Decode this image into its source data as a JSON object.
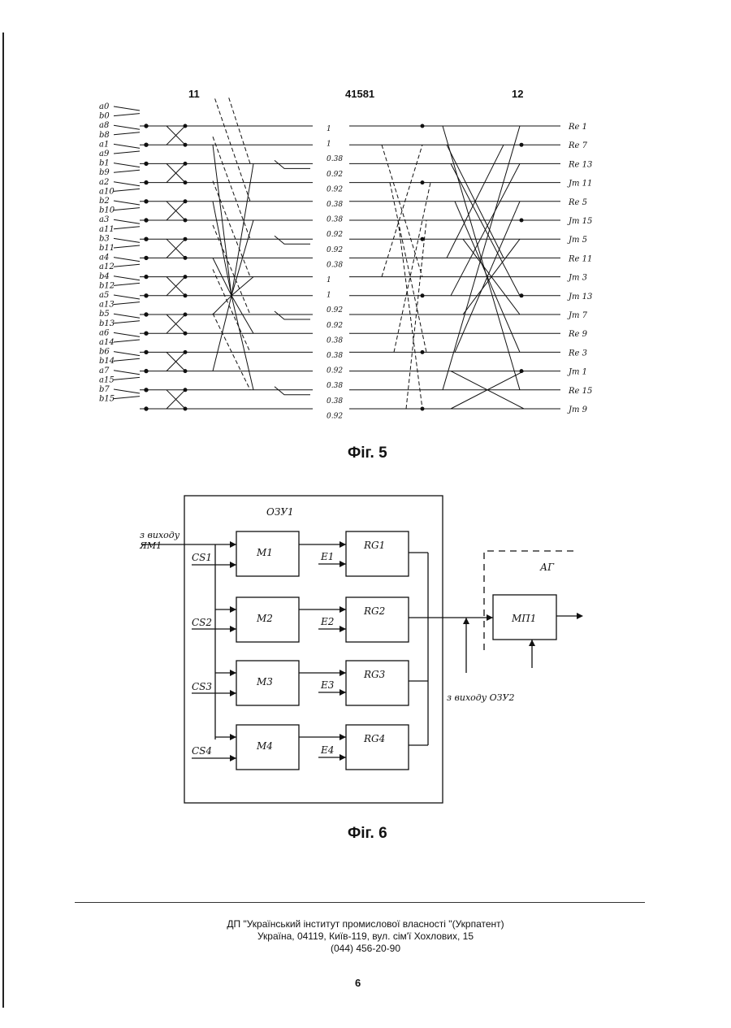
{
  "page": {
    "patent_number": "41581",
    "page_number": "6"
  },
  "fig5": {
    "caption": "Фіг. 5",
    "label_left": "11",
    "label_right": "12",
    "left_inputs": [
      "a0",
      "b0",
      "a8",
      "b8",
      "a1",
      "a9",
      "b1",
      "b9",
      "a2",
      "a10",
      "b2",
      "b10",
      "a3",
      "a11",
      "b3",
      "b11",
      "a4",
      "a12",
      "b4",
      "b12",
      "a5",
      "a13",
      "b5",
      "b13",
      "a6",
      "a14",
      "b6",
      "b14",
      "a7",
      "a15",
      "b7",
      "b15"
    ],
    "mid_coeffs": [
      "1",
      "1",
      "0.38",
      "0.92",
      "0.92",
      "0.38",
      "0.38",
      "0.92",
      "0.92",
      "0.38",
      "1",
      "1",
      "0.92",
      "0.92",
      "0.38",
      "0.38",
      "0.92",
      "0.38",
      "0.38",
      "0.92"
    ],
    "outputs": [
      "Re 1",
      "Re 7",
      "Re 13",
      "Jm 11",
      "Re 5",
      "Jm 15",
      "Jm 5",
      "Re 11",
      "Jm 3",
      "Jm 13",
      "Jm 7",
      "Re 9",
      "Re 3",
      "Jm 1",
      "Re 15",
      "Jm 9"
    ]
  },
  "fig6": {
    "caption": "Фіг. 6",
    "group_label": "ОЗУ1",
    "input_label": "з виходу ЯМ1",
    "input2_label": "з виходу ОЗУ2",
    "ag_label": "АГ",
    "mux_label": "МП1",
    "mem_blocks": [
      "М1",
      "М2",
      "М3",
      "М4"
    ],
    "reg_blocks": [
      "RG1",
      "RG2",
      "RG3",
      "RG4"
    ],
    "cs_labels": [
      "CS1",
      "CS2",
      "CS3",
      "CS4"
    ],
    "e_labels": [
      "Е1",
      "Е2",
      "Е3",
      "Е4"
    ]
  },
  "footer": {
    "line1": "ДП \"Український інститут промислової власності \"(Укрпатент)",
    "line2": "Україна, 04119, Київ-119, вул. сім'ї Хохлових, 15",
    "line3": "(044) 456-20-90"
  }
}
